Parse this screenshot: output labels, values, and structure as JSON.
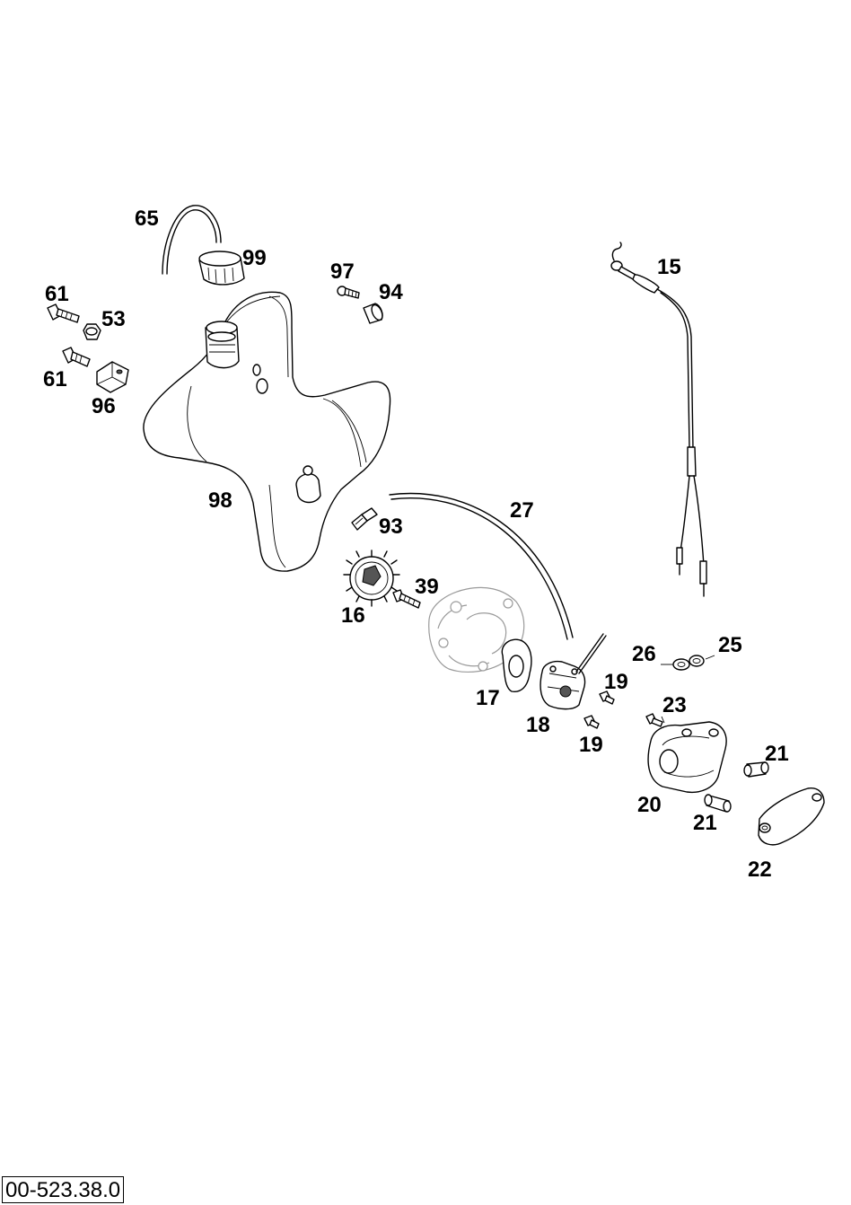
{
  "drawing": {
    "code": "00-523.38.0"
  },
  "callouts": {
    "p65": "65",
    "p99": "99",
    "p97": "97",
    "p94": "94",
    "p61a": "61",
    "p53": "53",
    "p61b": "61",
    "p96": "96",
    "p98": "98",
    "p15": "15",
    "p27": "27",
    "p93": "93",
    "p39": "39",
    "p16": "16",
    "p26": "26",
    "p25": "25",
    "p17": "17",
    "p19a": "19",
    "p18": "18",
    "p19b": "19",
    "p23": "23",
    "p21a": "21",
    "p20": "20",
    "p21b": "21",
    "p22": "22"
  }
}
